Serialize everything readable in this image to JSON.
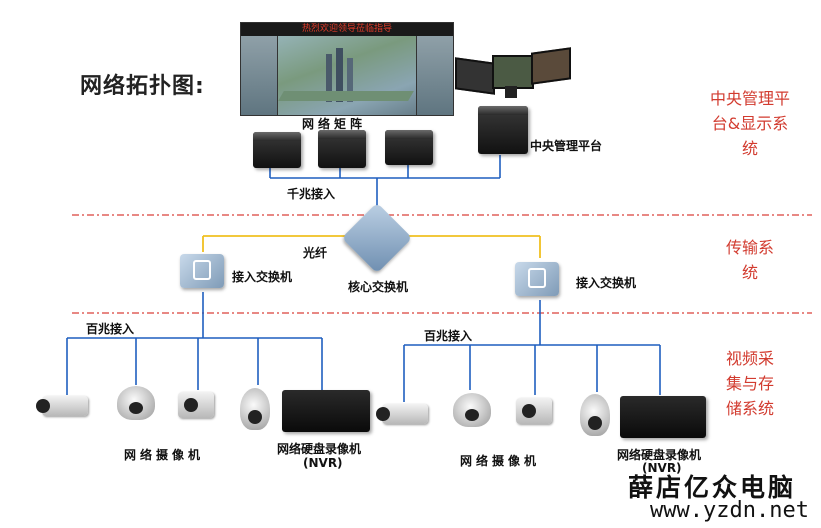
{
  "title": "网络拓扑图:",
  "sections": {
    "top": "中央管理平台&显示系统",
    "mid": "传输系统",
    "bottom": "视频采集与存储系统"
  },
  "video_wall": {
    "banner": "热烈欢迎领导莅临指导"
  },
  "labels": {
    "network_matrix": "网络矩阵",
    "central_platform": "中央管理平台",
    "gigabit": "千兆接入",
    "fiber": "光纤",
    "core_switch": "核心交换机",
    "access_switch_left": "接入交换机",
    "access_switch_right": "接入交换机",
    "fast_eth_left": "百兆接入",
    "fast_eth_right": "百兆接入",
    "camera_left": "网络摄像机",
    "camera_right": "网络摄像机",
    "nvr_left_1": "网络硬盘录像机",
    "nvr_left_2": "(NVR)",
    "nvr_right_1": "网络硬盘录像机",
    "nvr_right_2": "(NVR)"
  },
  "watermark": {
    "line1": "薛店亿众电脑",
    "line2": "www.yzdn.net"
  },
  "colors": {
    "section_red": "#d23b2f",
    "fiber_yellow": "#f0c020",
    "line_blue": "#1f5fbf",
    "divider_red": "#d9403a"
  }
}
